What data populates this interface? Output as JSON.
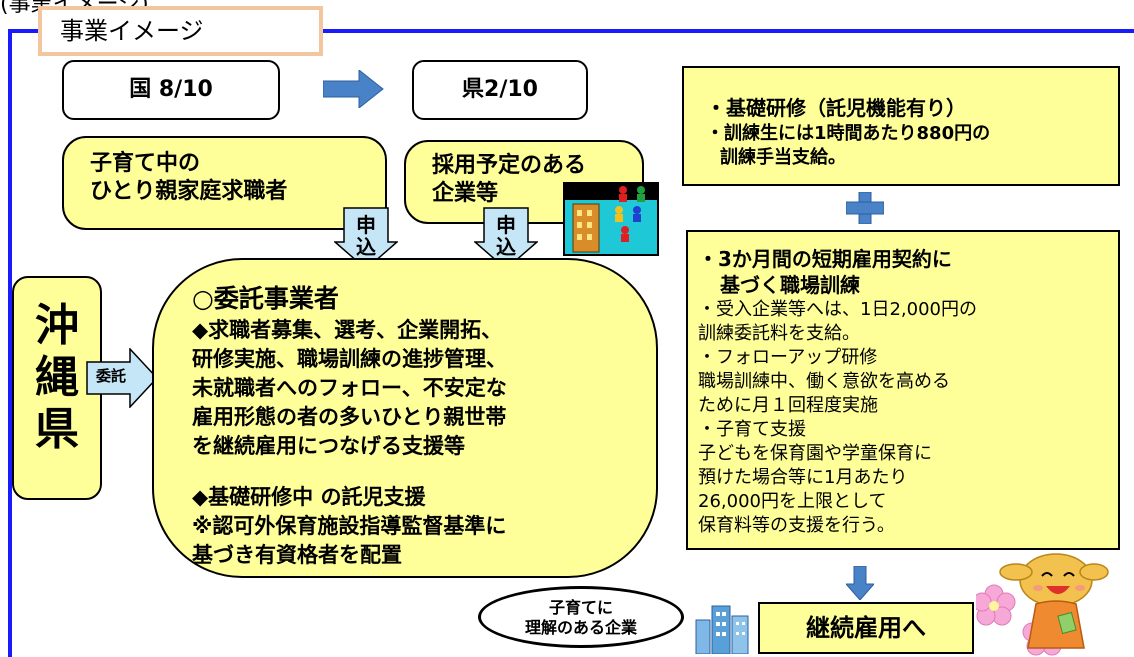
{
  "header": {
    "top_clip": "(事業イメージ)",
    "tab_title": "事業イメージ"
  },
  "funding": {
    "national": "国 8/10",
    "prefecture": "県2/10"
  },
  "applicants": {
    "single_parent_line1": "子育て中の",
    "single_parent_line2": "ひとり親家庭求職者",
    "company_line1": "採用予定のある",
    "company_line2": "企業等",
    "apply_label_line1": "申",
    "apply_label_line2": "込"
  },
  "prefecture_name": [
    "沖",
    "縄",
    "県"
  ],
  "commission_label": "委託",
  "contractor": {
    "title": "○委託事業者",
    "lines": [
      "◆求職者募集、選考、企業開拓、",
      "研修実施、職場訓練の進捗管理、",
      "未就職者へのフォロー、不安定な",
      "雇用形態の者の多いひとり親世帯",
      "を継続雇用につなげる支援等"
    ],
    "lines2": [
      "◆基礎研修中 の託児支援",
      "※認可外保育施設指導監督基準に",
      "基づき有資格者を配置"
    ]
  },
  "basic_training": {
    "title": "・基礎研修（託児機能有り）",
    "line1": "・訓練生には1時間あたり880円の",
    "line2": "訓練手当支給。"
  },
  "job_training": {
    "title1": "・3か月間の短期雇用契約に",
    "title2": "基づく職場訓練",
    "lines": [
      "・受入企業等へは、1日2,000円の",
      "訓練委託料を支給。",
      "・フォローアップ研修",
      "職場訓練中、働く意欲を高める",
      "ために月１回程度実施",
      "・子育て支援",
      "子どもを保育園や学童保育に",
      "預けた場合等に1月あたり",
      "26,000円を上限として",
      "保育料等の支援を行う。"
    ]
  },
  "bottom": {
    "oval_line1": "子育てに",
    "oval_line2": "理解のある企業",
    "continue": "継続雇用へ"
  },
  "colors": {
    "frame_blue": "#1a1aff",
    "yellow_box": "#ffff99",
    "arrow_blue": "#4a82c8",
    "light_arrow": "#c4e6f7"
  }
}
